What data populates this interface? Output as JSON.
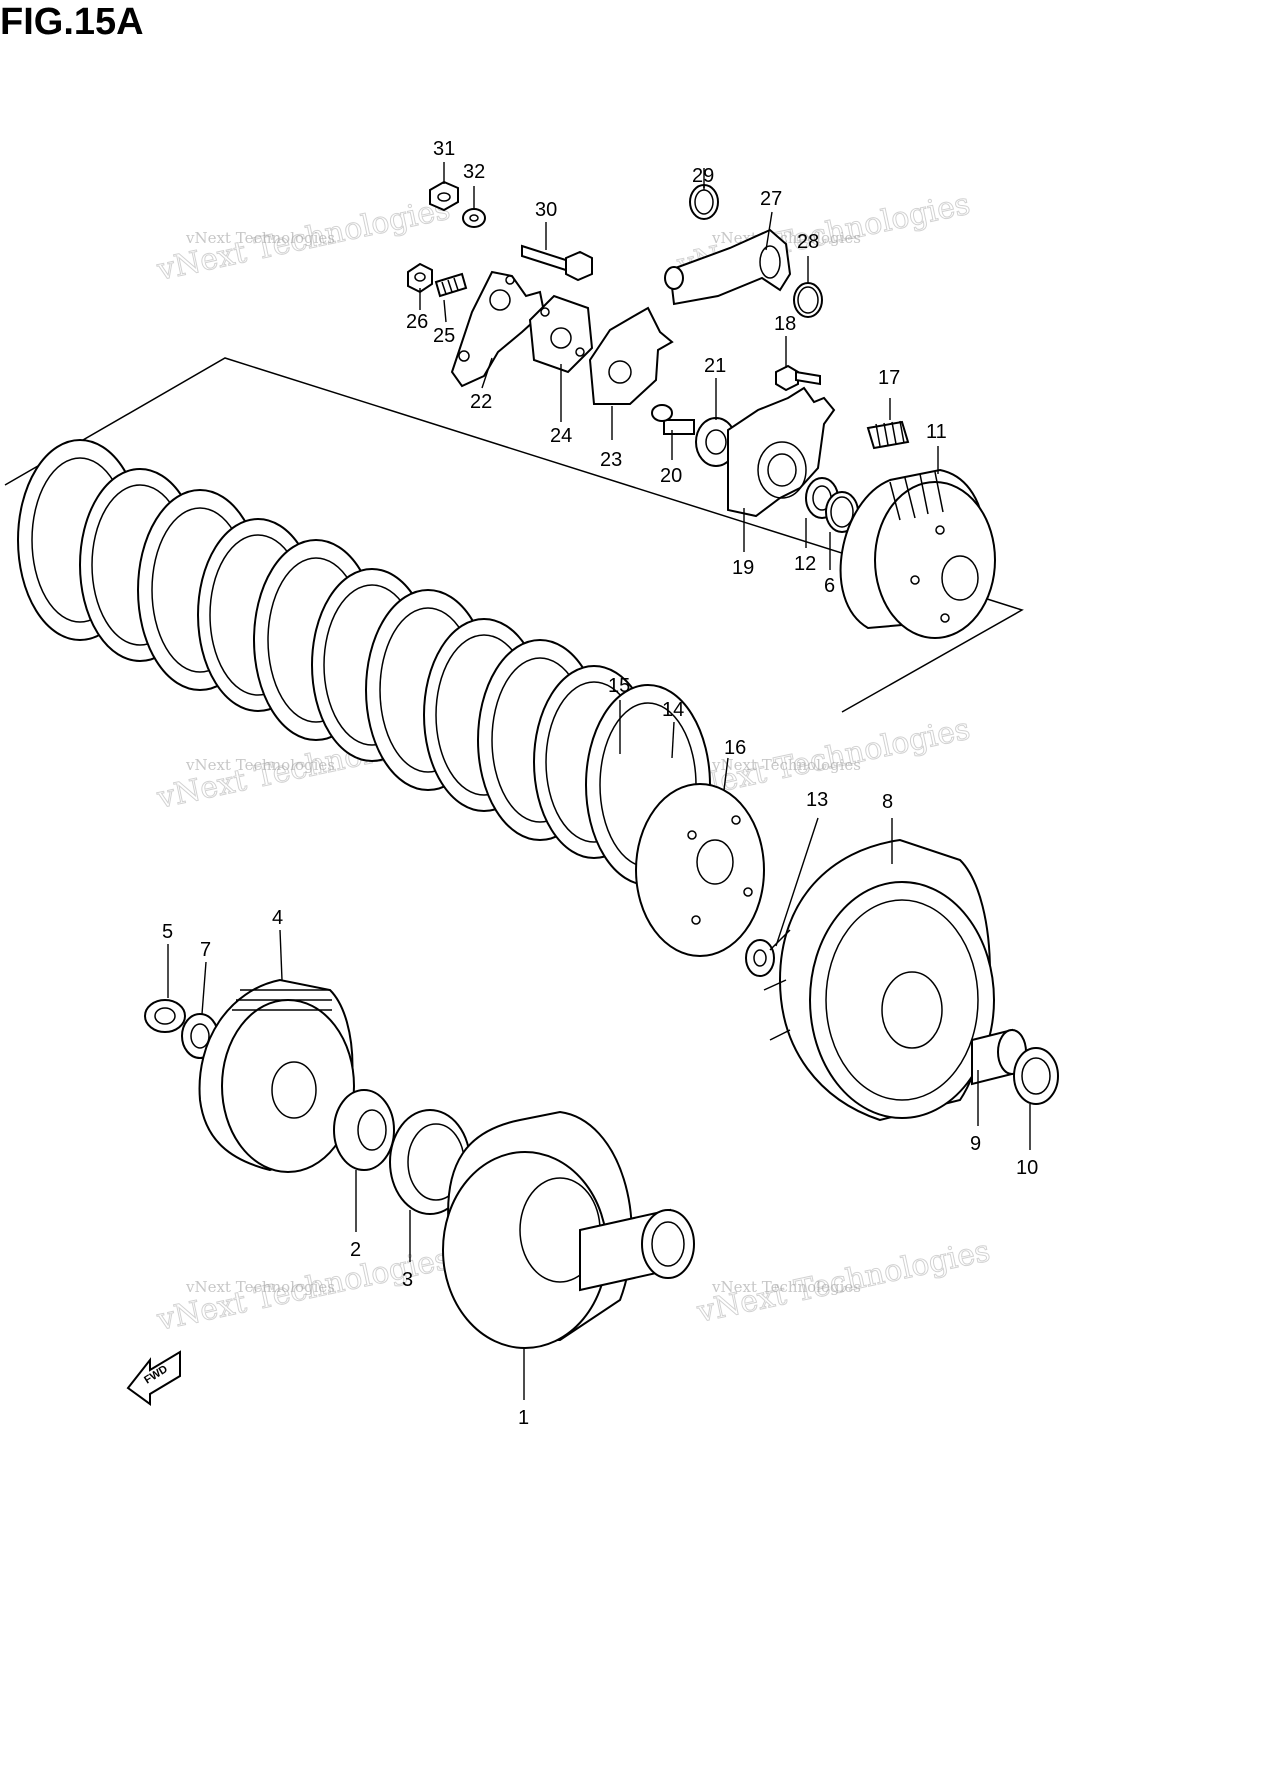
{
  "figure": {
    "title": "FIG.15A"
  },
  "direction_marker": {
    "label": "FWD"
  },
  "watermarks": [
    {
      "line1": "vNext Technologies",
      "line2": "vNext Technologies"
    },
    {
      "line1": "vNext Technologies",
      "line2": "vNext Technologies"
    },
    {
      "line1": "vNext Technologies",
      "line2": "vNext Technologies"
    },
    {
      "line1": "vNext Technologies",
      "line2": "vNext Technologies"
    },
    {
      "line1": "vNext Technologies",
      "line2": "vNext Technologies"
    },
    {
      "line1": "vNext Technologies",
      "line2": "vNext Technologies"
    }
  ],
  "callouts": [
    {
      "id": "31",
      "label": "31"
    },
    {
      "id": "32",
      "label": "32"
    },
    {
      "id": "30",
      "label": "30"
    },
    {
      "id": "29",
      "label": "29"
    },
    {
      "id": "27",
      "label": "27"
    },
    {
      "id": "28",
      "label": "28"
    },
    {
      "id": "26",
      "label": "26"
    },
    {
      "id": "25",
      "label": "25"
    },
    {
      "id": "22",
      "label": "22"
    },
    {
      "id": "24",
      "label": "24"
    },
    {
      "id": "23",
      "label": "23"
    },
    {
      "id": "21",
      "label": "21"
    },
    {
      "id": "20",
      "label": "20"
    },
    {
      "id": "18",
      "label": "18"
    },
    {
      "id": "17",
      "label": "17"
    },
    {
      "id": "11",
      "label": "11"
    },
    {
      "id": "19",
      "label": "19"
    },
    {
      "id": "12",
      "label": "12"
    },
    {
      "id": "6",
      "label": "6"
    },
    {
      "id": "15",
      "label": "15"
    },
    {
      "id": "14",
      "label": "14"
    },
    {
      "id": "16",
      "label": "16"
    },
    {
      "id": "13",
      "label": "13"
    },
    {
      "id": "8",
      "label": "8"
    },
    {
      "id": "5",
      "label": "5"
    },
    {
      "id": "7",
      "label": "7"
    },
    {
      "id": "4",
      "label": "4"
    },
    {
      "id": "2",
      "label": "2"
    },
    {
      "id": "3",
      "label": "3"
    },
    {
      "id": "9",
      "label": "9"
    },
    {
      "id": "10",
      "label": "10"
    },
    {
      "id": "1",
      "label": "1"
    }
  ]
}
